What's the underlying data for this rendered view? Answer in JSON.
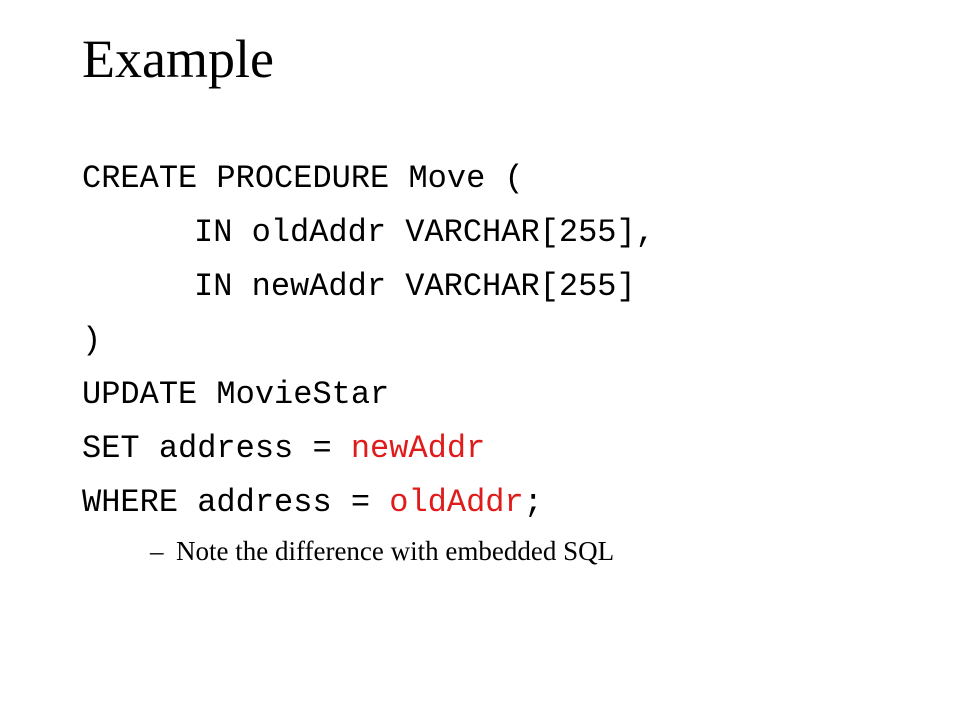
{
  "slide": {
    "title": "Example",
    "code": {
      "line1": "CREATE PROCEDURE Move (",
      "line2": "IN oldAddr VARCHAR[255],",
      "line3": "IN newAddr VARCHAR[255]",
      "line4": ")",
      "line5": "UPDATE MovieStar",
      "line6_prefix": "SET address = ",
      "line6_param": "newAddr",
      "line7_prefix": "WHERE address = ",
      "line7_param": "oldAddr",
      "line7_suffix": ";"
    },
    "bullet": {
      "dash": "–",
      "text": "Note the difference with embedded SQL"
    },
    "colors": {
      "highlight": "#e01b1b",
      "text": "#000000",
      "background": "#ffffff"
    }
  }
}
